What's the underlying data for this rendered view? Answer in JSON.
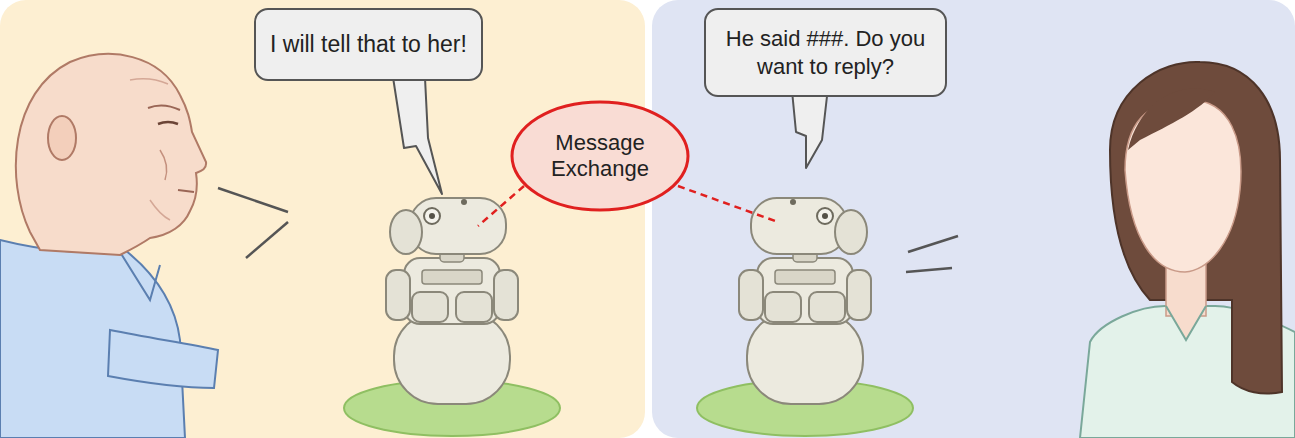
{
  "diagram": {
    "nodes": [
      {
        "text": [
          "I will tell that to her!"
        ]
      },
      {
        "text": [
          "Message Exchange"
        ]
      },
      {
        "text": [
          "He said ###. Do you want to reply?"
        ]
      }
    ]
  }
}
